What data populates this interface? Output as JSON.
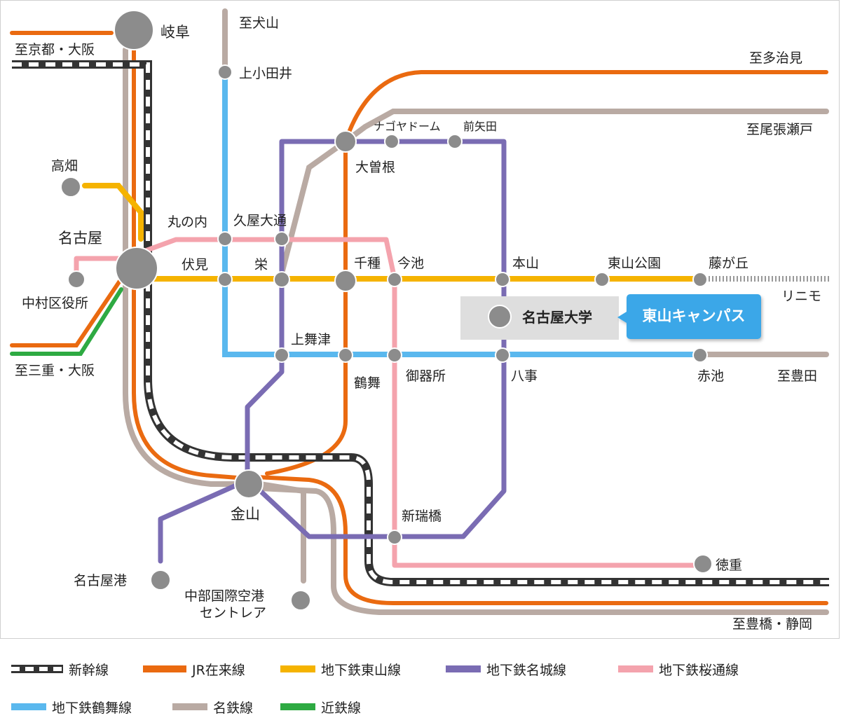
{
  "lines": {
    "shinkansen": {
      "label": "新幹線",
      "color": "#333333"
    },
    "jr": {
      "label": "JR在来線",
      "color": "#ea6a10"
    },
    "higashiyama": {
      "label": "地下鉄東山線",
      "color": "#f5b300"
    },
    "meijo": {
      "label": "地下鉄名城線",
      "color": "#7a6cb3"
    },
    "sakuradori": {
      "label": "地下鉄桜通線",
      "color": "#f4a3ad"
    },
    "tsurumai": {
      "label": "地下鉄鶴舞線",
      "color": "#5ab8ee"
    },
    "meitetsu": {
      "label": "名鉄線",
      "color": "#b9aaa3"
    },
    "kintetsu": {
      "label": "近鉄線",
      "color": "#2eaa42"
    },
    "linimo": {
      "label": "リニモ",
      "color": "#999999"
    }
  },
  "directions": {
    "kyoto_osaka": "至京都・大阪",
    "inuyama": "至犬山",
    "tajimi": "至多治見",
    "owariseto": "至尾張瀬戸",
    "mie_osaka": "至三重・大阪",
    "toyota": "至豊田",
    "toyohashi_shizuoka": "至豊橋・静岡"
  },
  "stations": {
    "gifu": "岐阜",
    "kamiotai": "上小田井",
    "takabata": "高畑",
    "nagoya": "名古屋",
    "nakamurakuyakusho": "中村区役所",
    "marunouchi": "丸の内",
    "hisayaodori": "久屋大通",
    "fushimi": "伏見",
    "sakae": "栄",
    "chikusa": "千種",
    "imaike": "今池",
    "motoyama": "本山",
    "higashiyamakoen": "東山公園",
    "fujigaoka": "藤が丘",
    "nagoyadome": "ナゴヤドーム",
    "yada": "前矢田",
    "ozone": "大曽根",
    "kamimaezu": "上舞津",
    "tsurumai": "鶴舞",
    "gokiso": "御器所",
    "yagoto": "八事",
    "akaike": "赤池",
    "kanayama": "金山",
    "shinmizuhobashi": "新瑞橋",
    "nagoyako": "名古屋港",
    "centrair_1": "中部国際空港",
    "centrair_2": "セントレア",
    "tokushige": "徳重"
  },
  "university": {
    "name": "名古屋大学",
    "campus": "東山キャンパス",
    "callout_color": "#3aa7e8"
  }
}
